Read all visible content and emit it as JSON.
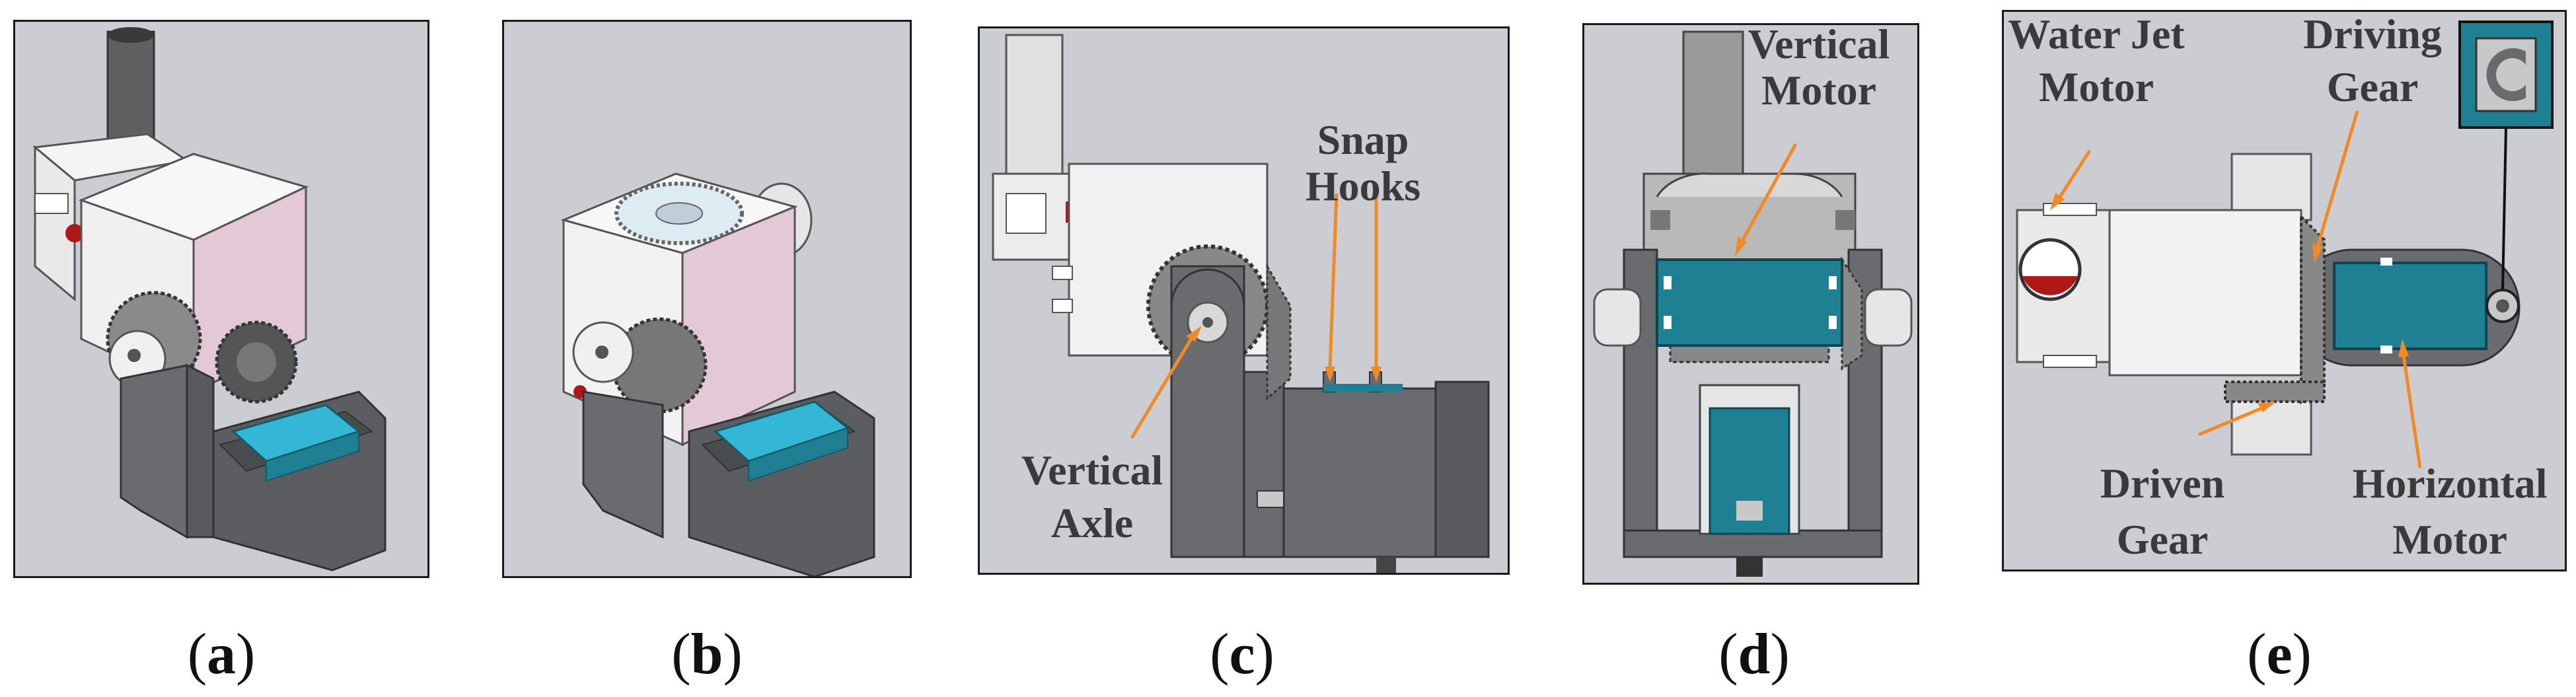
{
  "panels": [
    {
      "id": "a",
      "caption": "a"
    },
    {
      "id": "b",
      "caption": "b"
    },
    {
      "id": "c",
      "caption": "c",
      "labels": {
        "snap_hooks_1": "Snap",
        "snap_hooks_2": "Hooks",
        "vertical_axle_1": "Vertical",
        "vertical_axle_2": "Axle"
      }
    },
    {
      "id": "d",
      "caption": "d",
      "labels": {
        "vertical_motor_1": "Vertical",
        "vertical_motor_2": "Motor"
      }
    },
    {
      "id": "e",
      "caption": "e",
      "labels": {
        "water_jet_motor_1": "Water Jet",
        "water_jet_motor_2": "Motor",
        "driving_gear_1": "Driving",
        "driving_gear_2": "Gear",
        "driven_gear_1": "Driven",
        "driven_gear_2": "Gear",
        "horizontal_motor_1": "Horizontal",
        "horizontal_motor_2": "Motor"
      }
    }
  ],
  "colors": {
    "background": "#cbcdd3",
    "arrow": "#f08a24",
    "motor_teal": "#1f7f93",
    "motor_cyan": "#22a9c9",
    "metal_gray": "#6f7073"
  }
}
